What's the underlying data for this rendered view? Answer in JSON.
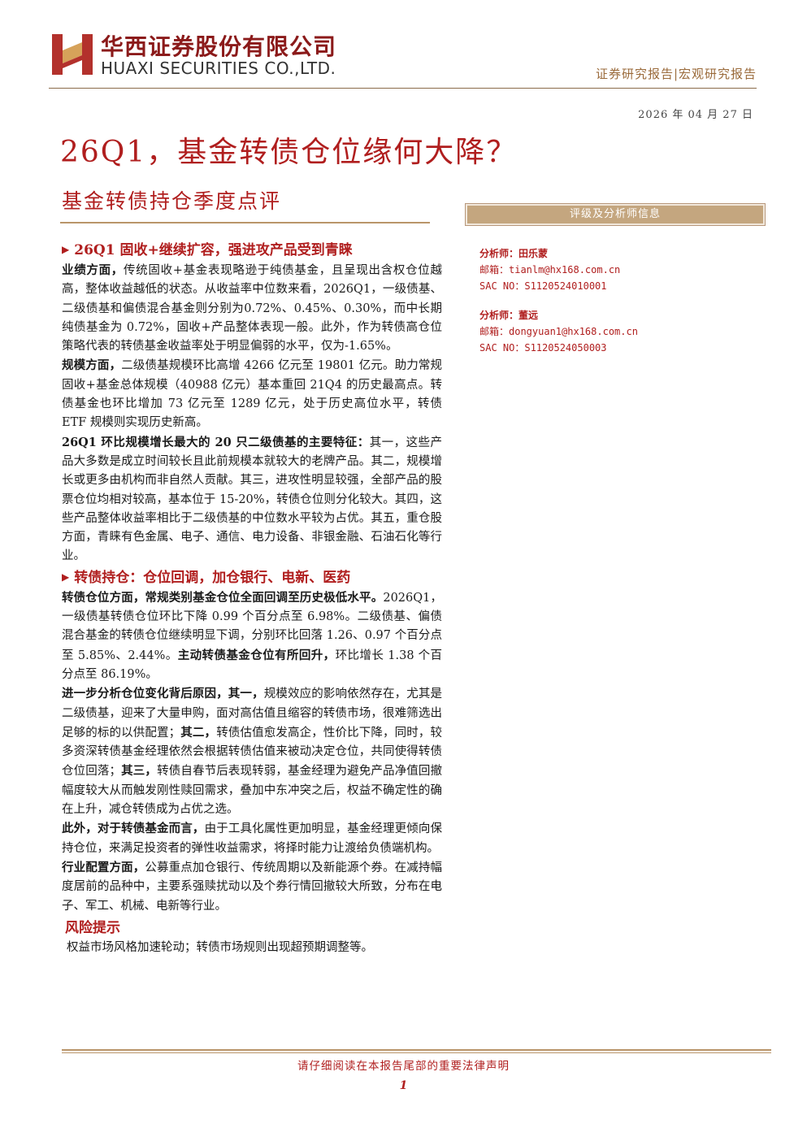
{
  "header": {
    "company_cn": "华西证券股份有限公司",
    "company_en": "HUAXI SECURITIES CO.,LTD.",
    "report_type": "证券研究报告|宏观研究报告",
    "date": "2026 年 04 月 27 日",
    "brand_color": "#b01e1e"
  },
  "title": "26Q1，基金转债仓位缘何大降？",
  "subtitle": "基金转债持仓季度点评",
  "panel": {
    "rating_label": "评级及分析师信息",
    "analysts": [
      {
        "name_line": "分析师：田乐蒙",
        "email_line": "邮箱：tianlm@hx168.com.cn",
        "sac_line": "SAC NO：S1120524010001"
      },
      {
        "name_line": "分析师：董远",
        "email_line": "邮箱：dongyuan1@hx168.com.cn",
        "sac_line": "SAC NO：S1120524050003"
      }
    ]
  },
  "sections": {
    "s1_heading": "26Q1 固收+继续扩容，强进攻产品受到青睐",
    "p1_bold": "业绩方面，",
    "p1_text": "传统固收+基金表现略逊于纯债基金，且呈现出含权仓位越高，整体收益越低的状态。从收益率中位数来看，2026Q1，一级债基、二级债基和偏债混合基金则分别为0.72%、0.45%、0.30%，而中长期纯债基金为 0.72%，固收+产品整体表现一般。此外，作为转债高仓位策略代表的转债基金收益率处于明显偏弱的水平，仅为-1.65%。",
    "p2_bold": "规模方面，",
    "p2_text": "二级债基规模环比高增 4266 亿元至 19801 亿元。助力常规固收+基金总体规模（40988 亿元）基本重回 21Q4 的历史最高点。转债基金也环比增加 73 亿元至 1289 亿元，处于历史高位水平，转债 ETF 规模则实现历史新高。",
    "p3_bold": "26Q1 环比规模增长最大的 20 只二级债基的主要特征：",
    "p3_text": "其一，这些产品大多数是成立时间较长且此前规模本就较大的老牌产品。其二，规模增长或更多由机构而非自然人贡献。其三，进攻性明显较强，全部产品的股票仓位均相对较高，基本位于 15-20%，转债仓位则分化较大。其四，这些产品整体收益率相比于二级债基的中位数水平较为占优。其五，重仓股方面，青睐有色金属、电子、通信、电力设备、非银金融、石油石化等行业。",
    "s2_heading": "转债持仓：仓位回调，加仓银行、电新、医药",
    "p4_bold1": "转债仓位方面，常规类别基金仓位全面回调至历史极低水平。",
    "p4_text1": "2026Q1，一级债基转债仓位环比下降 0.99 个百分点至 6.98%。二级债基、偏债混合基金的转债仓位继续明显下调，分别环比回落 1.26、0.97 个百分点至 5.85%、2.44%。",
    "p4_bold2": "主动转债基金仓位有所回升，",
    "p4_text2": "环比增长 1.38 个百分点至 86.19%。",
    "p5_bold1": "进一步分析仓位变化背后原因，其一，",
    "p5_text1": "规模效应的影响依然存在，尤其是二级债基，迎来了大量申购，面对高估值且缩容的转债市场，很难筛选出足够的标的以供配置；",
    "p5_bold2": "其二，",
    "p5_text2": "转债估值愈发高企，性价比下降，同时，较多资深转债基金经理依然会根据转债估值来被动决定仓位，共同使得转债仓位回落；",
    "p5_bold3": "其三，",
    "p5_text3": "转债自春节后表现转弱，基金经理为避免产品净值回撤幅度较大从而触发刚性赎回需求，叠加中东冲突之后，权益不确定性的确在上升，减仓转债成为占优之选。",
    "p6_bold": "此外，对于转债基金而言，",
    "p6_text": "由于工具化属性更加明显，基金经理更倾向保持仓位，来满足投资者的弹性收益需求，将择时能力让渡给负债端机构。",
    "p7_bold": "行业配置方面，",
    "p7_text": "公募重点加仓银行、传统周期以及新能源个券。在减持幅度居前的品种中，主要系强赎扰动以及个券行情回撤较大所致，分布在电子、军工、机械、电新等行业。",
    "risk_title": "风险提示",
    "risk_text": "权益市场风格加速轮动；转债市场规则出现超预期调整等。"
  },
  "footer": {
    "disclaimer": "请仔细阅读在本报告尾部的重要法律声明",
    "page_number": "1"
  }
}
